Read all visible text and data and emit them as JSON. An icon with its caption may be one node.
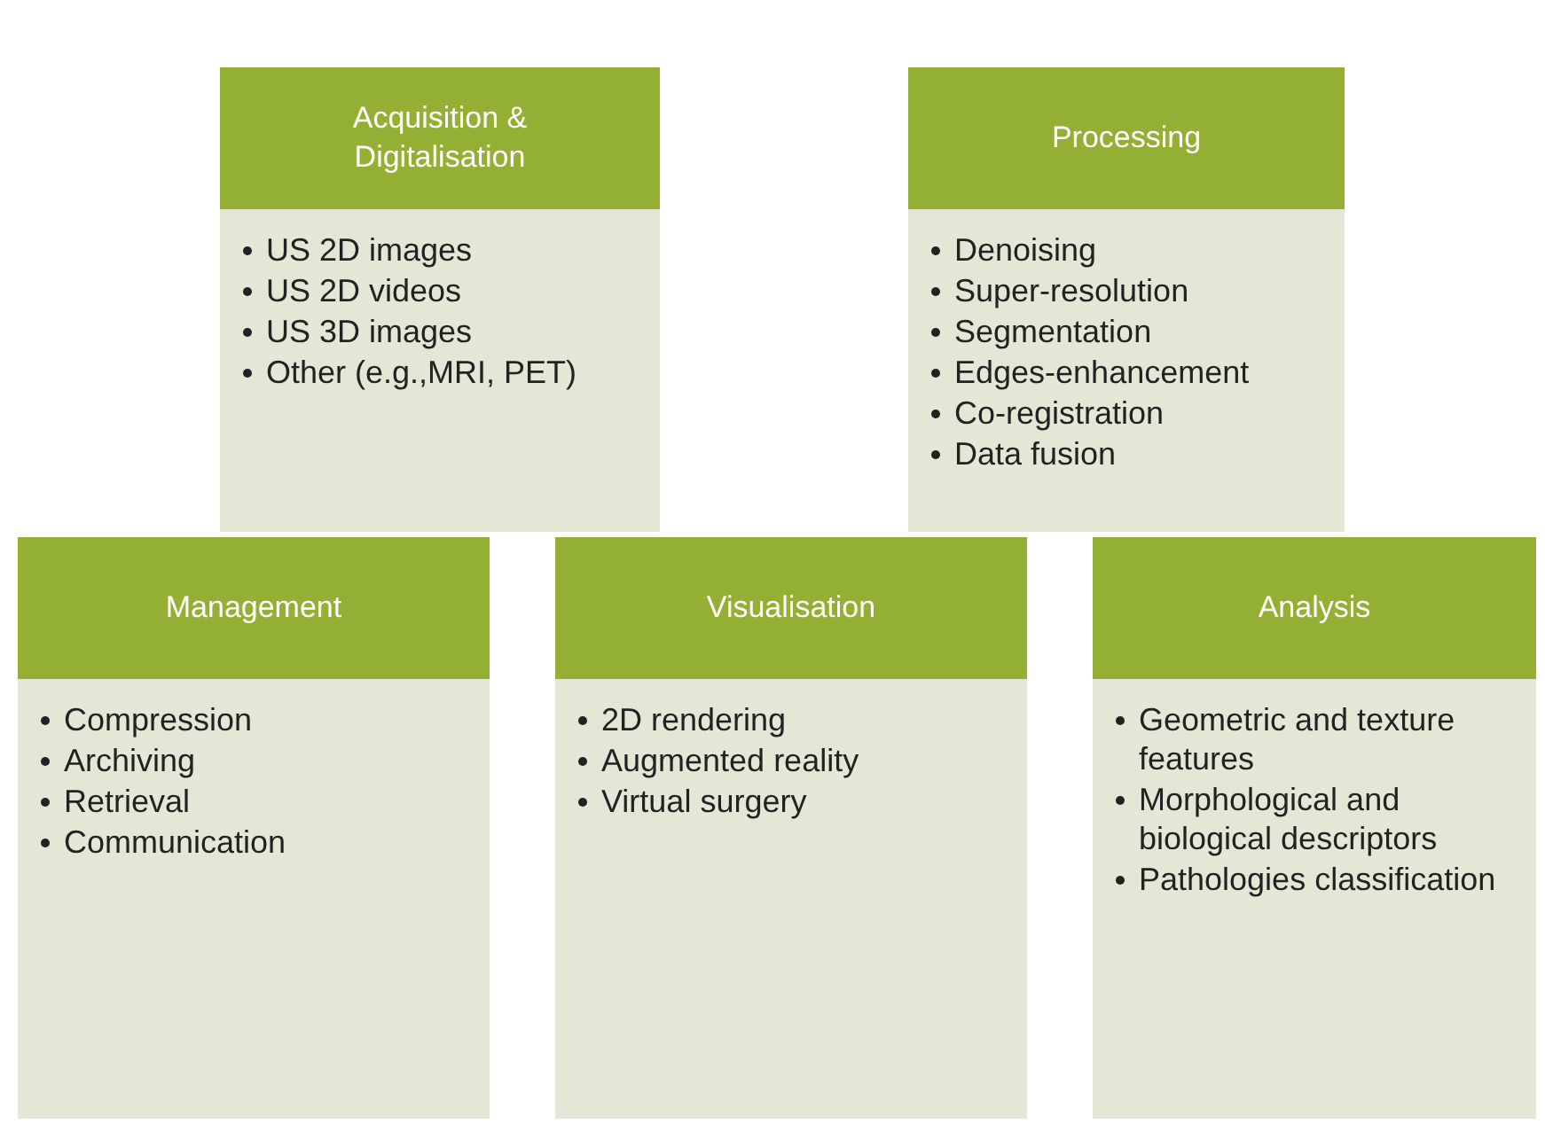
{
  "diagram": {
    "nodes": [
      {
        "text": [
          "Acquisition & Digitalisation",
          "US 2D images",
          "US 2D videos",
          "US 3D images",
          "Other (e.g.,MRI, PET)"
        ]
      },
      {
        "text": [
          "Processing",
          "Denoising",
          "Super-resolution",
          "Segmentation",
          "Edges-enhancement",
          "Co-registration",
          "Data fusion"
        ]
      },
      {
        "text": [
          "Management",
          "Compression",
          "Archiving",
          "Retrieval",
          "Communication"
        ]
      },
      {
        "text": [
          "Visualisation",
          "2D rendering",
          "Augmented reality",
          "Virtual surgery"
        ]
      },
      {
        "text": [
          "Analysis",
          "Geometric and texture features",
          "Morphological and biological descriptors",
          "Pathologies classification"
        ]
      }
    ]
  }
}
